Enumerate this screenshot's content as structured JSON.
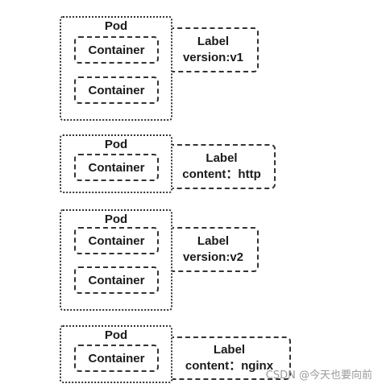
{
  "groups": [
    {
      "pod_title": "Pod",
      "containers": [
        "Container",
        "Container"
      ],
      "label_title": "Label",
      "label_value": "version:v1"
    },
    {
      "pod_title": "Pod",
      "containers": [
        "Container"
      ],
      "label_title": "Label",
      "label_value": "content：http"
    },
    {
      "pod_title": "Pod",
      "containers": [
        "Container",
        "Container"
      ],
      "label_title": "Label",
      "label_value": "version:v2"
    },
    {
      "pod_title": "Pod",
      "containers": [
        "Container"
      ],
      "label_title": "Label",
      "label_value": "content：nginx"
    }
  ],
  "watermark": "CSDN @今天也要向前",
  "colors": {
    "stroke": "#333333",
    "text": "#1a1a1a",
    "watermark": "#9a9a9a"
  }
}
